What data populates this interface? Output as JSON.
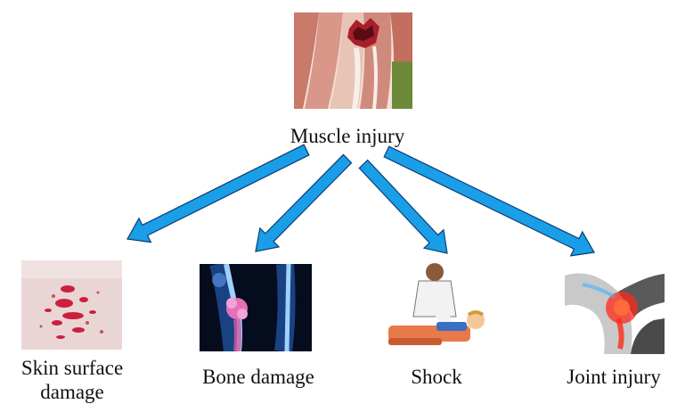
{
  "root": {
    "label": "Muscle injury",
    "icon": "torn-muscle-illustration"
  },
  "children": [
    {
      "id": "skin",
      "line1": "Skin surface",
      "line2": "damage",
      "icon": "skin-abrasion-photo"
    },
    {
      "id": "bone",
      "line1": "Bone damage",
      "line2": "",
      "icon": "x-ray-knee-bone-illustration"
    },
    {
      "id": "shock",
      "line1": "Shock",
      "line2": "",
      "icon": "cpr-rescue-illustration"
    },
    {
      "id": "joint",
      "line1": "Joint injury",
      "line2": "",
      "icon": "inflamed-knee-joint-photo"
    }
  ],
  "colors": {
    "arrow_fill": "#1a9ee8",
    "arrow_stroke": "#0d3e73",
    "text": "#111111"
  }
}
